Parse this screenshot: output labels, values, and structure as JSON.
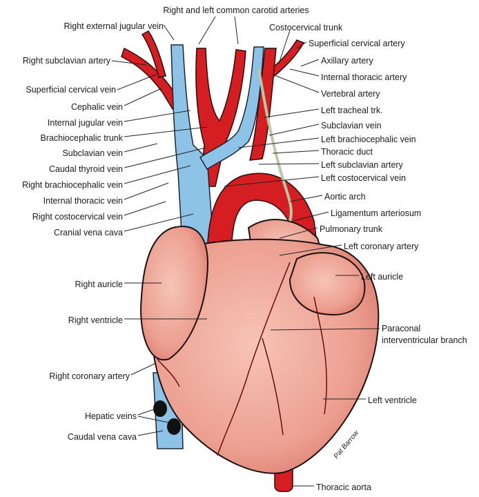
{
  "title": "Right and left common carotid arteries",
  "left_labels": [
    "Right external jugular vein",
    "Right subclavian artery",
    "Superficial cervical vein",
    "Cephalic vein",
    "Internal jugular vein",
    "Brachiocephalic trunk",
    "Subclavian vein",
    "Caudal thyroid vein",
    "Right brachiocephalic vein",
    "Internal thoracic vein",
    "Right costocervical vein",
    "Cranial vena cava",
    "Right auricle",
    "Right ventricle",
    "Right coronary artery",
    "Hepatic veins",
    "Caudal vena cava"
  ],
  "right_labels": [
    "Costocervical trunk",
    "Superficial cervical artery",
    "Axillary artery",
    "Internal thoracic artery",
    "Vertebral artery",
    "Left tracheal trk.",
    "Subclavian vein",
    "Left brachiocephalic vein",
    "Thoracic duct",
    "Left subclavian artery",
    "Left costocervical vein",
    "Aortic arch",
    "Ligamentum arteriosum",
    "Pulmonary trunk",
    "Left coronary artery",
    "Left auricle",
    "Paraconal",
    "interventricular branch",
    "Left ventricle",
    "Thoracic aorta"
  ],
  "signature": "Pat Barrow",
  "colors": {
    "artery": "#d41e22",
    "vein": "#8cc3e6",
    "heart": "#f0a898"
  }
}
